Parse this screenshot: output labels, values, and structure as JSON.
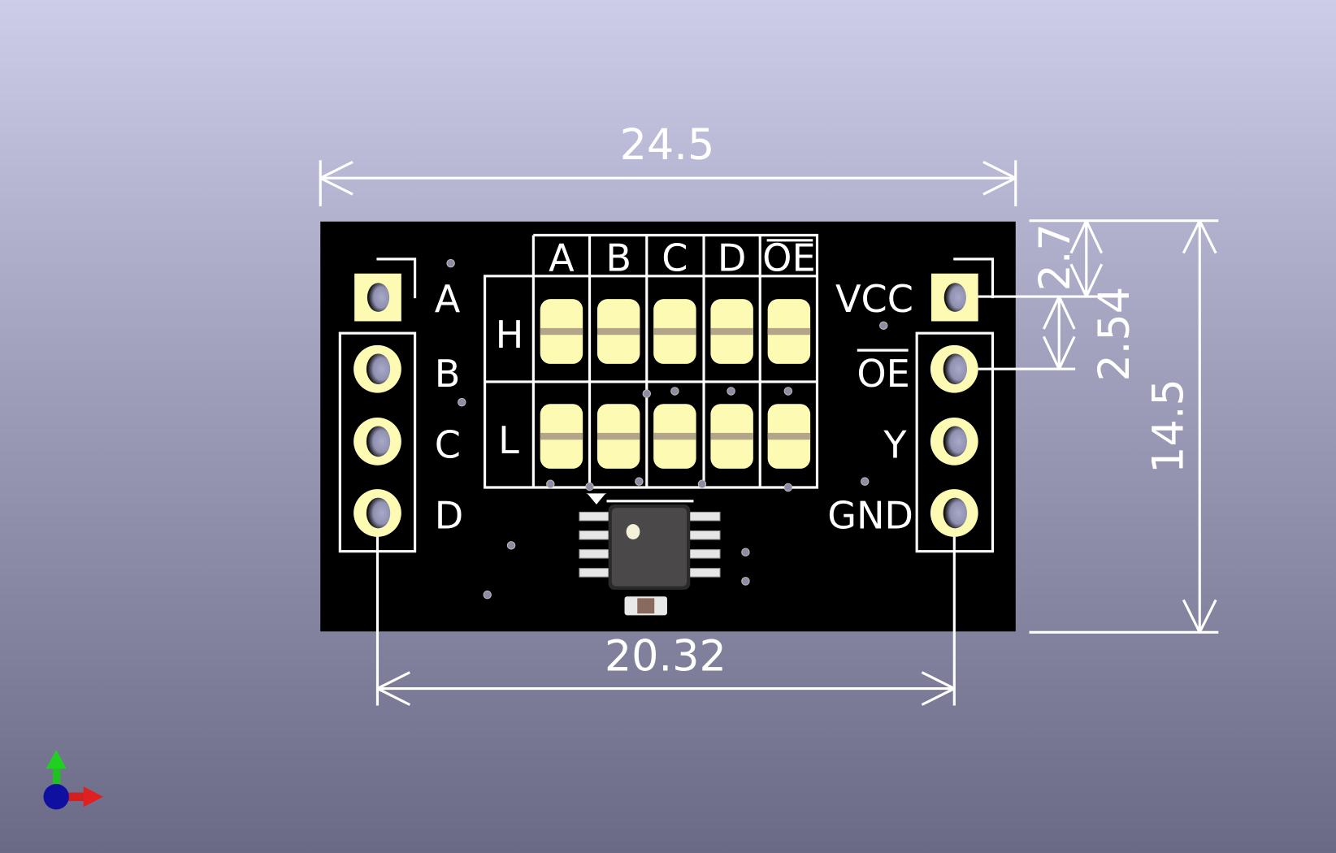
{
  "viewer": {
    "type": "KiCad 3D viewer",
    "background_top": "#cdcde9",
    "background_bottom": "#6a6a86"
  },
  "dimensions": {
    "board_width": "24.5",
    "pin_pitch_span": "20.32",
    "board_height": "14.5",
    "first_pin_offset": "2.7",
    "pin_pitch": "2.54"
  },
  "left_header": {
    "labels": [
      "A",
      "B",
      "C",
      "D"
    ]
  },
  "right_header": {
    "labels": [
      "VCC",
      "OE",
      "Y",
      "GND"
    ]
  },
  "jumper_table": {
    "columns": [
      "A",
      "B",
      "C",
      "D",
      "OE"
    ],
    "rows": [
      "H",
      "L"
    ]
  },
  "colors": {
    "board": "#000000",
    "pad": "#fdfbb3",
    "silkscreen": "#ffffff",
    "ic_body": "#4a4848"
  },
  "axis_gizmo": {
    "x": "red",
    "y": "green",
    "z": "blue"
  }
}
